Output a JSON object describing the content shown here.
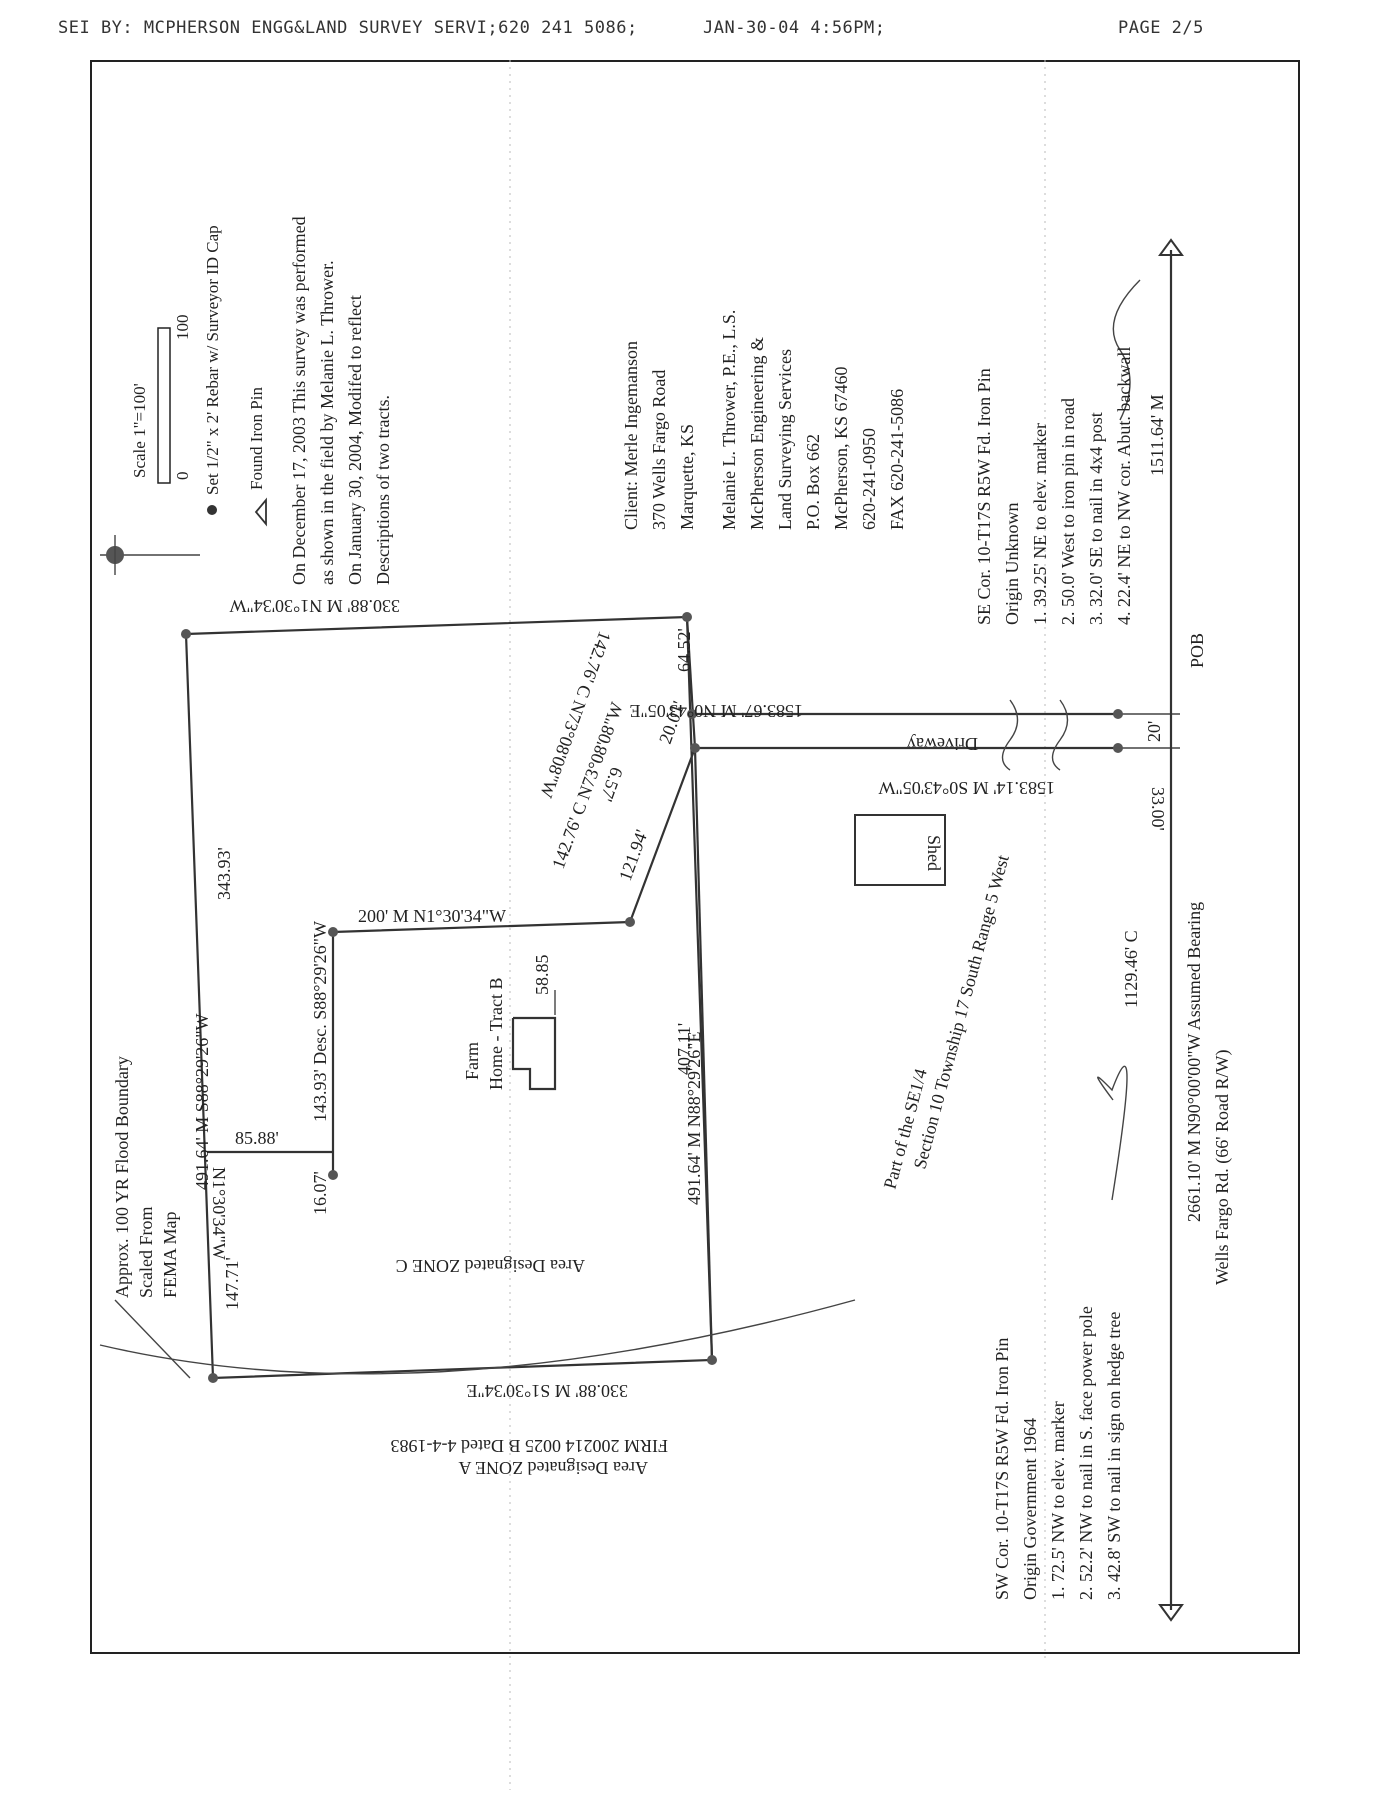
{
  "fax_header": {
    "sender": "SEI  BY: MCPHERSON ENGG&LAND SURVEY SERVI;620 241 5086;",
    "datetime": "JAN-30-04  4:56PM;",
    "page": "PAGE 2/5"
  },
  "legend": {
    "scale": "Scale 1\"=100'",
    "scale_zero": "0",
    "scale_hundred": "100",
    "set_rebar": "Set 1/2\" x 2' Rebar w/ Surveyor ID Cap",
    "found_pin": "Found Iron Pin"
  },
  "note": [
    "On December 17, 2003 This survey was performed",
    "as shown in the field by Melanie L. Thrower.",
    "On January 30, 2004, Modifed to reflect",
    "Descriptions of two tracts."
  ],
  "client": [
    "Client:  Merle Ingemanson",
    "370 Wells Fargo Road",
    "Marquette, KS"
  ],
  "surveyor": [
    "Melanie L. Thrower, P.E., L.S.",
    "McPherson Engineering &",
    "Land Surveying Services",
    "P.O. Box 662",
    "McPherson, KS  67460",
    "620-241-0950",
    "FAX 620-241-5086"
  ],
  "se_corner": [
    "SE Cor. 10-T17S R5W Fd. Iron Pin",
    "Origin Unknown",
    "1.  39.25' NE to elev. marker",
    "2.  50.0' West to iron pin in road",
    "3.  32.0' SE to nail in 4x4 post",
    "4.  22.4' NE to NW cor. Abut. backwall"
  ],
  "sw_corner": [
    "SW Cor. 10-T17S R5W Fd. Iron Pin",
    "Origin Government 1964",
    "1.  72.5' NW to elev. marker",
    "2.  52.2' NW to nail in S. face power pole",
    "3.  42.8' SW to nail in sign on hedge tree"
  ],
  "flood": [
    "Approx. 100 YR Flood Boundary",
    "Scaled From",
    "FEMA Map"
  ],
  "zone_c": "Area Designated ZONE C",
  "zone_a": [
    "Area Designated ZONE A",
    "FIRM 200214 0025 B Dated 4-4-1983"
  ],
  "tract": [
    "Farm",
    "Home - Tract B"
  ],
  "section": [
    "Part of the SE1/4",
    "Section 10 Township 17 South Range 5 West"
  ],
  "road": [
    "2661.10' M N90°00'00\"W Assumed Bearing",
    "Wells Fargo Rd. (66' Road R/W)"
  ],
  "dims": {
    "top": "330.88' M N1°30'34\"W",
    "bottom": "330.88' M S1°30'34\"E",
    "left_west": "491.64' M S88°29'26\"W",
    "right_east": "491.64' M N88°29'26\"E",
    "seg_343": "343.93'",
    "seg_147": "147.71'",
    "seg_407": "407.11'",
    "seg_6452": "64.52'",
    "desc_143": "143.93' Desc. S88°29'26\"W",
    "n200": "200' M N1°30'34\"W",
    "curve": "142.76' C N73°08'08\"W",
    "seg_12194": "121.94'",
    "seg_657": "6.57'",
    "seg_2001": "20.01'",
    "seg_8588": "85.88'",
    "seg_1607": "16.07'",
    "short_n": "N1°30'34\"W",
    "house": "58.85",
    "drive_e": "1583.67' M N0°43'05\"E",
    "drive_w": "1583.14' M S0°43'05\"W",
    "driveway": "Driveway",
    "seg_20": "20'",
    "seg_33": "33.00'",
    "pob": "POB",
    "c1129": "1129.46' C",
    "m1511": "1511.64' M",
    "shed": "Shed"
  }
}
